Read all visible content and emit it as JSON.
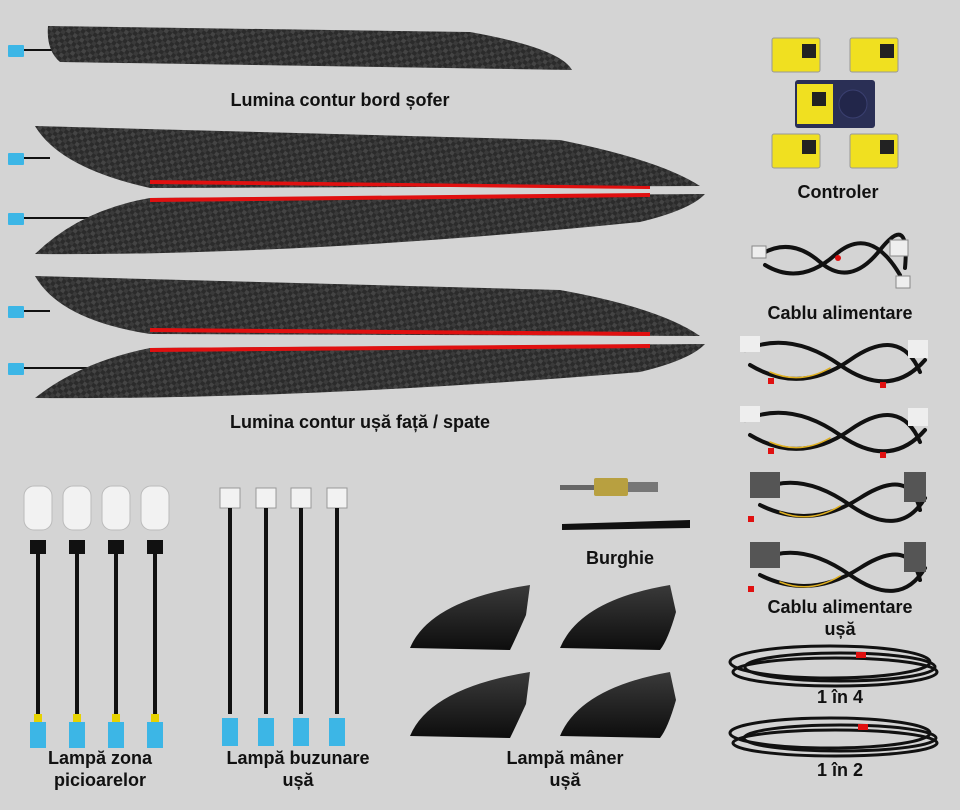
{
  "labels": {
    "dash_light": "Lumina contur bord șofer",
    "door_light": "Lumina contur ușă față / spate",
    "controller": "Controler",
    "power_cable": "Cablu alimentare",
    "door_power_cable_1": "Cablu alimentare",
    "door_power_cable_2": "ușă",
    "drill": "Burghie",
    "foot_lamp_1": "Lampă zona",
    "foot_lamp_2": "picioarelor",
    "pocket_lamp_1": "Lampă buzunare",
    "pocket_lamp_2": "ușă",
    "handle_lamp_1": "Lampă mâner",
    "handle_lamp_2": "ușă",
    "one_in_four": "1 în 4",
    "one_in_two": "1 în 2"
  },
  "colors": {
    "background": "#d4d4d4",
    "accent_red": "#e01010",
    "connector_blue": "#3cb6e6",
    "sticker_yellow": "#f0e020"
  }
}
